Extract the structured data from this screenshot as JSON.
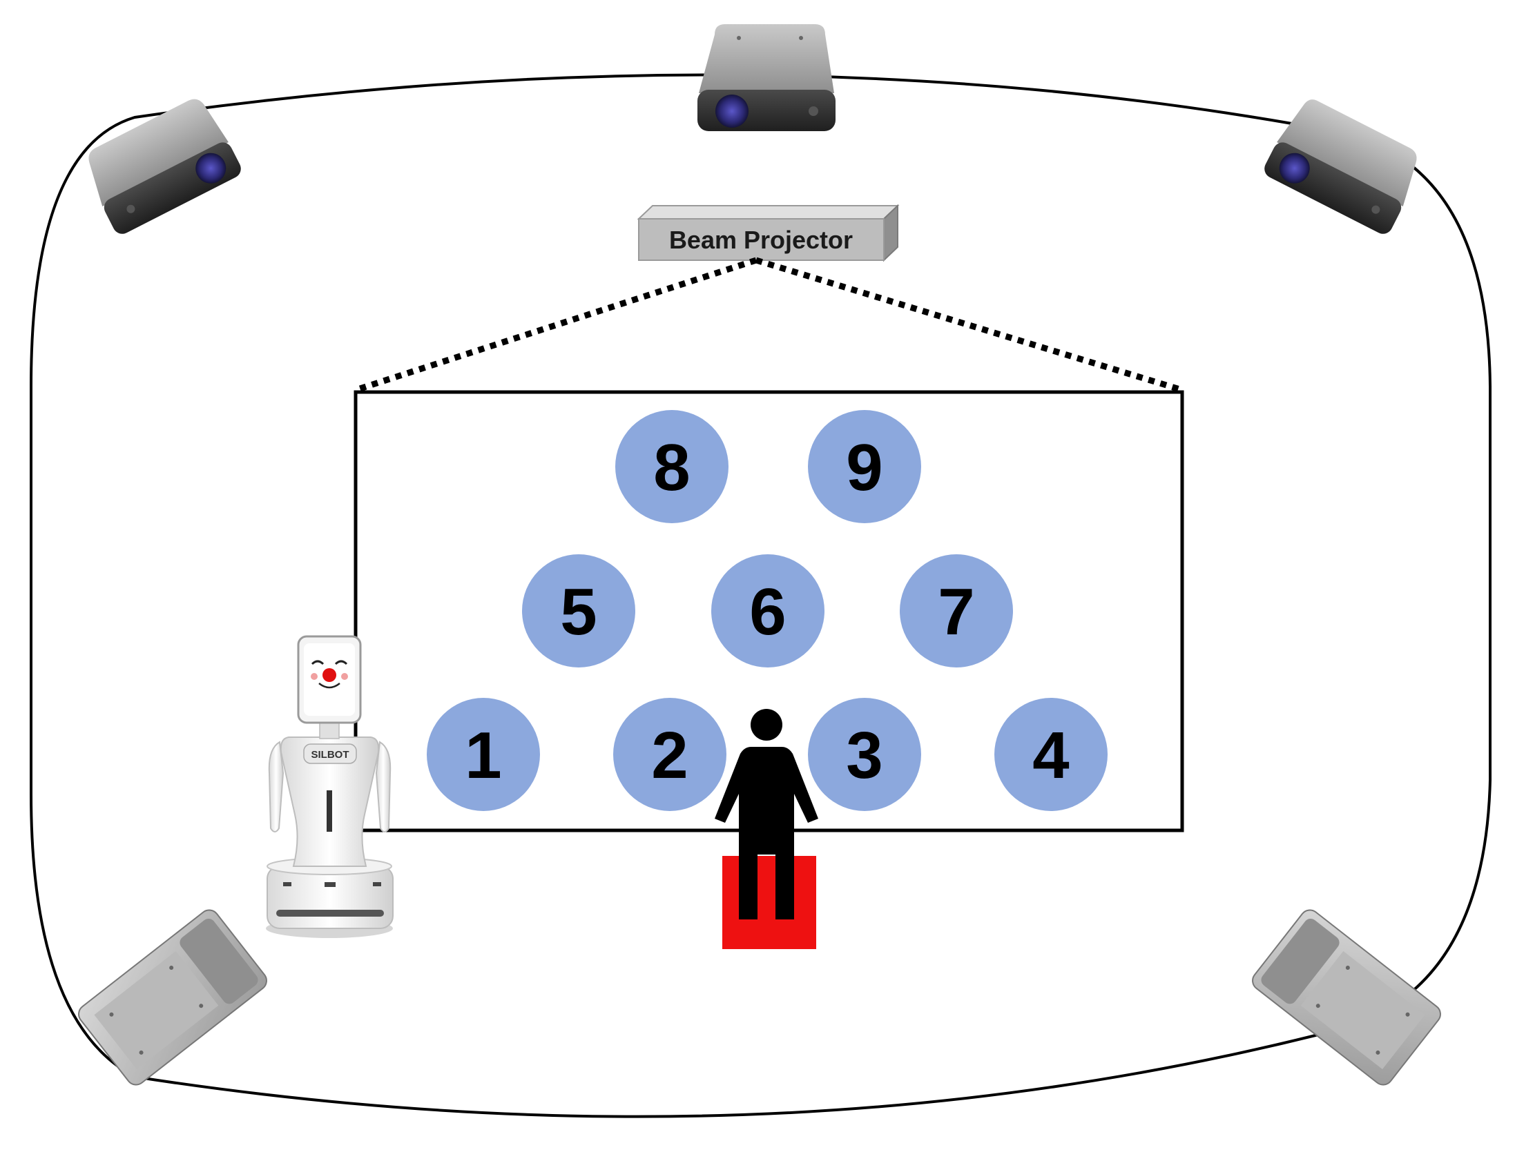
{
  "diagram": {
    "projector": {
      "label": "Beam Projector"
    },
    "robot": {
      "label": "SILBOT"
    },
    "targets": [
      "1",
      "2",
      "3",
      "4",
      "5",
      "6",
      "7",
      "8",
      "9"
    ],
    "colors": {
      "target_fill": "#8CA8DD",
      "mat": "#EE1111",
      "person": "#000000",
      "camera_body": "#8A8A8A",
      "camera_lens": "#2A2870",
      "projector_box": "#BDBDBD"
    },
    "icons": [
      "depth-camera-icon",
      "beam-projector-icon",
      "robot-icon",
      "person-icon",
      "floor-mat-icon"
    ]
  }
}
